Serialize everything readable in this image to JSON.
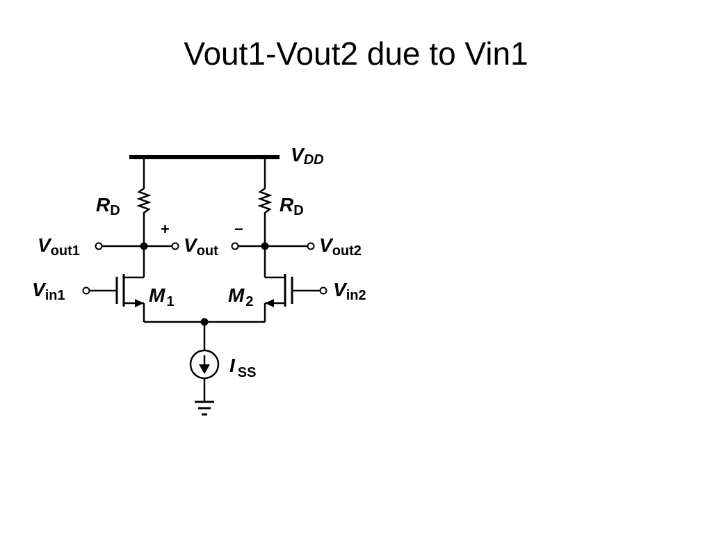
{
  "slide": {
    "title": "Vout1-Vout2 due to Vin1"
  },
  "circuit": {
    "labels": {
      "vdd_main": "V",
      "vdd_sub": "DD",
      "rd_left_main": "R",
      "rd_left_sub": "D",
      "rd_right_main": "R",
      "rd_right_sub": "D",
      "plus": "+",
      "minus": "−",
      "vout1_main": "V",
      "vout1_sub": "out1",
      "vout_main": "V",
      "vout_sub": "out",
      "vout2_main": "V",
      "vout2_sub": "out2",
      "vin1_main": "V",
      "vin1_sub": "in1",
      "vin2_main": "V",
      "vin2_sub": "in2",
      "m1_main": "M",
      "m1_sub": "1",
      "m2_main": "M",
      "m2_sub": "2",
      "iss_main": "I",
      "iss_sub": "SS"
    }
  }
}
